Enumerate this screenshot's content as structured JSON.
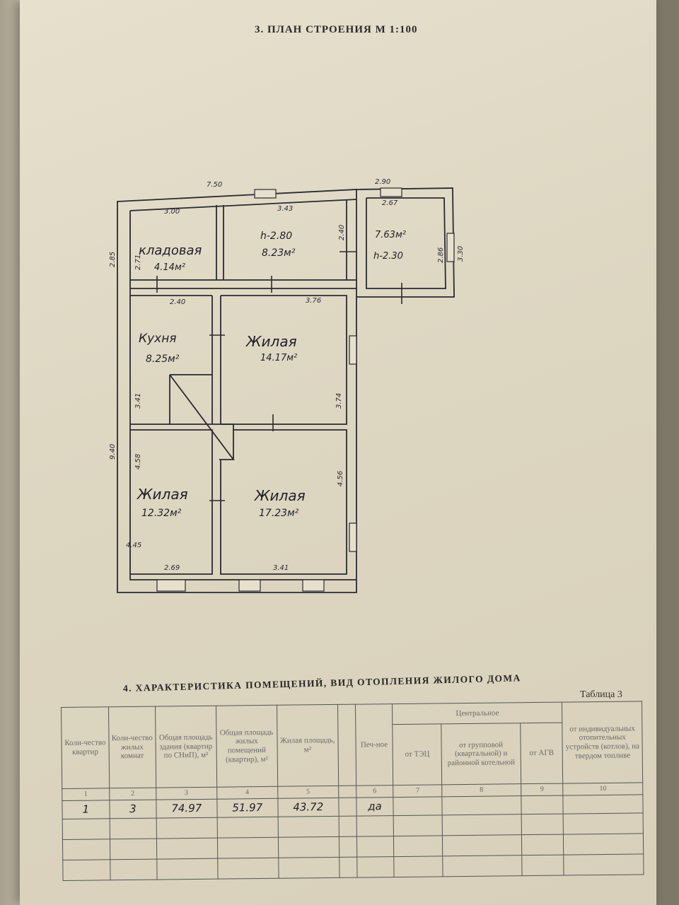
{
  "headings": {
    "plan": "3. ПЛАН СТРОЕНИЯ М 1:100",
    "characteristics": "4. ХАРАКТЕРИСТИКА ПОМЕЩЕНИЙ, ВИД ОТОПЛЕНИЯ ЖИЛОГО ДОМА",
    "table_label": "Таблица 3"
  },
  "rooms": {
    "storage": {
      "name": "кладовая",
      "area": "4.14м²"
    },
    "upper_mid": {
      "height": "h-2.80",
      "area": "8.23м²"
    },
    "upper_right": {
      "area": "7.63м²",
      "height": "h-2.30"
    },
    "kitchen": {
      "name": "Кухня",
      "area": "8.25м²"
    },
    "living1": {
      "name": "Жилая",
      "area": "14.17м²"
    },
    "living2": {
      "name": "Жилая",
      "area": "12.32м²"
    },
    "living3": {
      "name": "Жилая",
      "area": "17.23м²"
    }
  },
  "dims": {
    "top_total": "7.50",
    "top_right": "2.90",
    "storage_w": "3.00",
    "mid_w": "3.43",
    "mid_h": "2.40",
    "right_w": "2.67",
    "right_h_in": "2.86",
    "right_h_out": "3.30",
    "left_top": "2.85",
    "storage_h": "2.71",
    "kitchen_w": "2.40",
    "living1_w": "3.76",
    "kitchen_h": "3.41",
    "living1_h": "3.74",
    "left_total": "9.40",
    "living2_h": "4.58",
    "living3_h": "4.56",
    "living2_corner": "4.45",
    "living2_w": "2.69",
    "living3_w": "3.41"
  },
  "table": {
    "headers": [
      "Коли-чество квартир",
      "Коли-чество жилых комнат",
      "Общая площадь здания (квартир по СНиП), м²",
      "Общая площадь жилых помещений (квартир), м²",
      "Жилая площадь, м²",
      "",
      "Печ-ное",
      "Центральное",
      "от ТЭЦ",
      "от групповой (квартальной) и районной котельной",
      "от АГВ",
      "от индивидуальных отопительных устройств (котлов), на твердом топливе"
    ],
    "col_numbers": [
      "1",
      "2",
      "3",
      "4",
      "5",
      "6",
      "7",
      "8",
      "9",
      "10"
    ],
    "row": [
      "1",
      "3",
      "74.97",
      "51.97",
      "43.72",
      "да"
    ]
  }
}
